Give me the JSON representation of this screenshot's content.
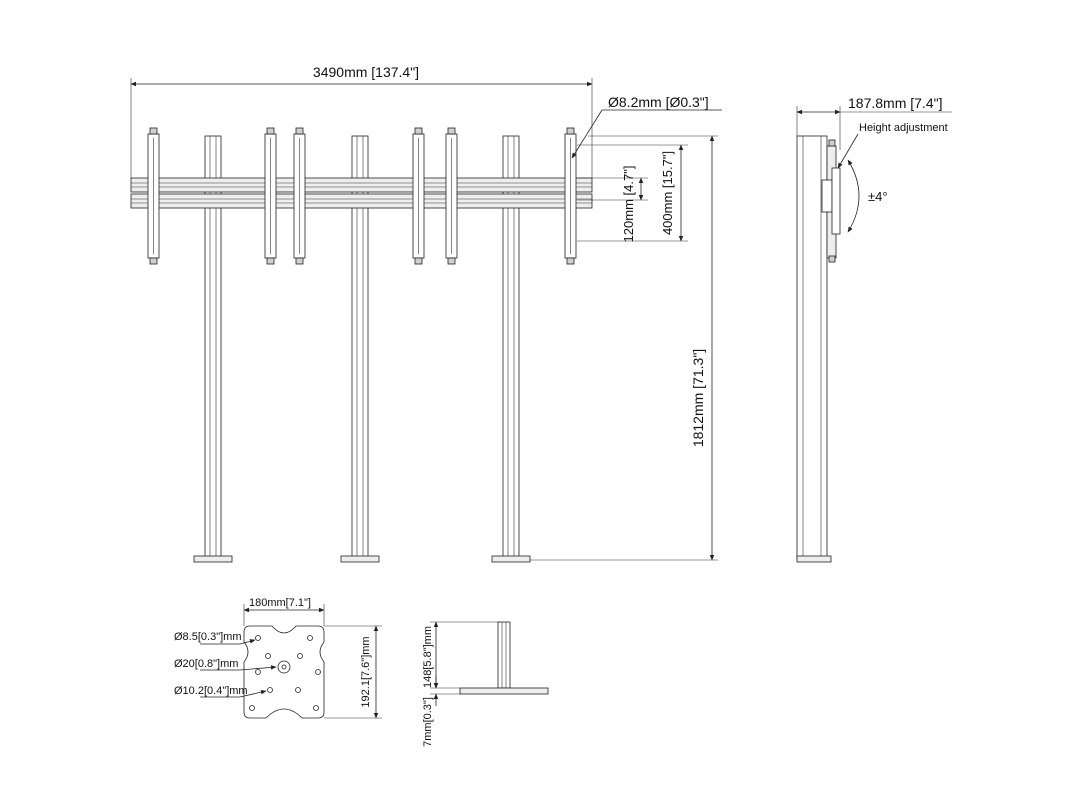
{
  "front_view": {
    "width_label": "3490mm [137.4\"]",
    "hole_label": "Ø8.2mm [Ø0.3\"]",
    "bracket_120_label": "120mm [4.7\"]",
    "bracket_400_label": "400mm [15.7\"]",
    "height_label": "1812mm [71.3\"]"
  },
  "side_view": {
    "depth_label": "187.8mm [7.4\"]",
    "height_adjustment_label": "Height adjustment",
    "tilt_label": "±4°"
  },
  "base_plate": {
    "width_label": "180mm[7.1\"]",
    "height_label": "192.1[7.6\"]mm",
    "hole1_label": "Ø8.5[0.3\"]mm",
    "hole2_label": "Ø20[0.8\"]mm",
    "hole3_label": "Ø10.2[0.4\"]mm"
  },
  "base_side": {
    "height_label": "148[5.8\"]mm",
    "thickness_label": "7mm[0.3\"]"
  },
  "colors": {
    "line": "#222222",
    "background": "#ffffff"
  }
}
